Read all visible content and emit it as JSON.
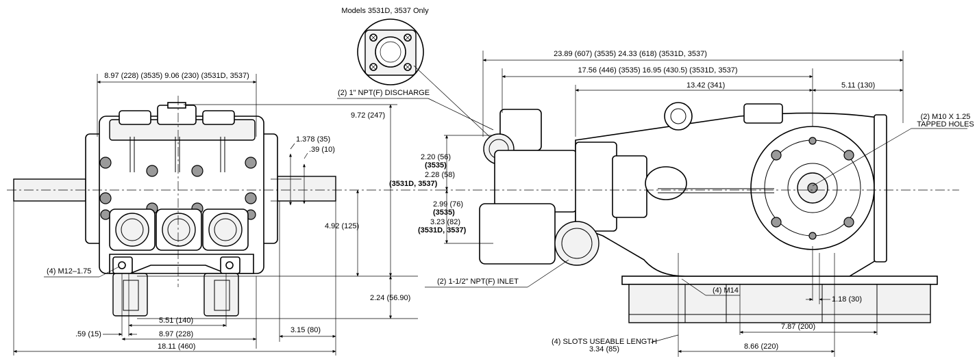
{
  "inset": {
    "title": "Models 3531D, 3537 Only"
  },
  "front": {
    "width_a": "8.97 (228)",
    "width_a_bold": "(3535)",
    "width_b": "9.06 (230)",
    "width_b_bold": "(3531D, 3537)",
    "height_total": "9.72 (247)",
    "shaft_h1": "1.378 (35)",
    "shaft_h2": ".39 (10)",
    "center_h": "4.92 (125)",
    "base_h": "2.24 (56.90)",
    "mount_holes": "(4) M12–1.75",
    "foot_inset": ".59 (15)",
    "hole_spacing": "5.51 (140)",
    "base_width": "8.97 (228)",
    "shaft_len": "3.15 (80)",
    "overall_width": "18.11 (460)"
  },
  "side": {
    "len_total_a": "23.89 (607)",
    "len_total_a_bold": "(3535)",
    "len_total_b": "24.33 (618)",
    "len_total_b_bold": "(3531D, 3537)",
    "len_mid_a": "17.56 (446)",
    "len_mid_a_bold": "(3535)",
    "len_mid_b": "16.95 (430.5)",
    "len_mid_b_bold": "(3531D, 3537)",
    "len_body": "13.42 (341)",
    "len_gear": "5.11 (130)",
    "discharge": "(2) 1\" NPT(F) DISCHARGE",
    "discharge_h_a": "2.20 (56)",
    "discharge_h_a_bold": "(3535)",
    "discharge_h_b": "2.28 (58)",
    "discharge_h_b_bold": "(3531D, 3537)",
    "inlet_h_a": "2.99 (76)",
    "inlet_h_a_bold": "(3535)",
    "inlet_h_b": "3.23 (82)",
    "inlet_h_b_bold": "(3531D, 3537)",
    "tapped_holes_1": "(2) M10 X 1.25",
    "tapped_holes_2": "TAPPED HOLES",
    "inlet": "(2) 1-1/2\" NPT(F) INLET",
    "base_holes": "(4) M14",
    "base_offset": "1.18 (30)",
    "slot_spacing": "7.87 (200)",
    "slots_1": "(4) SLOTS USEABLE LENGTH",
    "slots_2": "3.34 (85)",
    "base_len": "8.66 (220)"
  }
}
